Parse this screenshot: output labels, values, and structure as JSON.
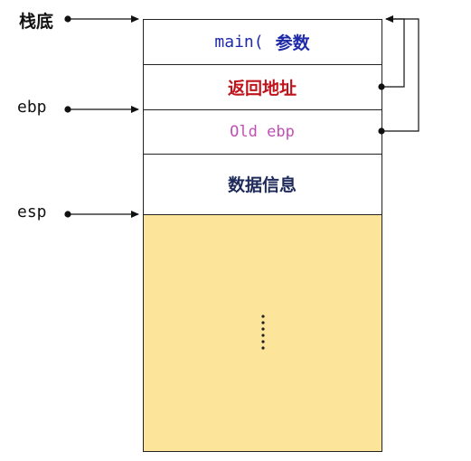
{
  "labels": {
    "stack_bottom": "栈底",
    "ebp": "ebp",
    "esp": "esp"
  },
  "stack": {
    "main_prefix": "main(",
    "main_suffix": "参数",
    "return_address": "返回地址",
    "old_ebp": "Old ebp",
    "data_info": "数据信息",
    "ellipsis": "⋮"
  },
  "colors": {
    "free_region": "#fde49b",
    "main_text": "#1f2aa8",
    "return_text": "#c0141c",
    "old_ebp_text": "#c14fb5",
    "data_text": "#1e2a5a",
    "lines": "#111111"
  }
}
